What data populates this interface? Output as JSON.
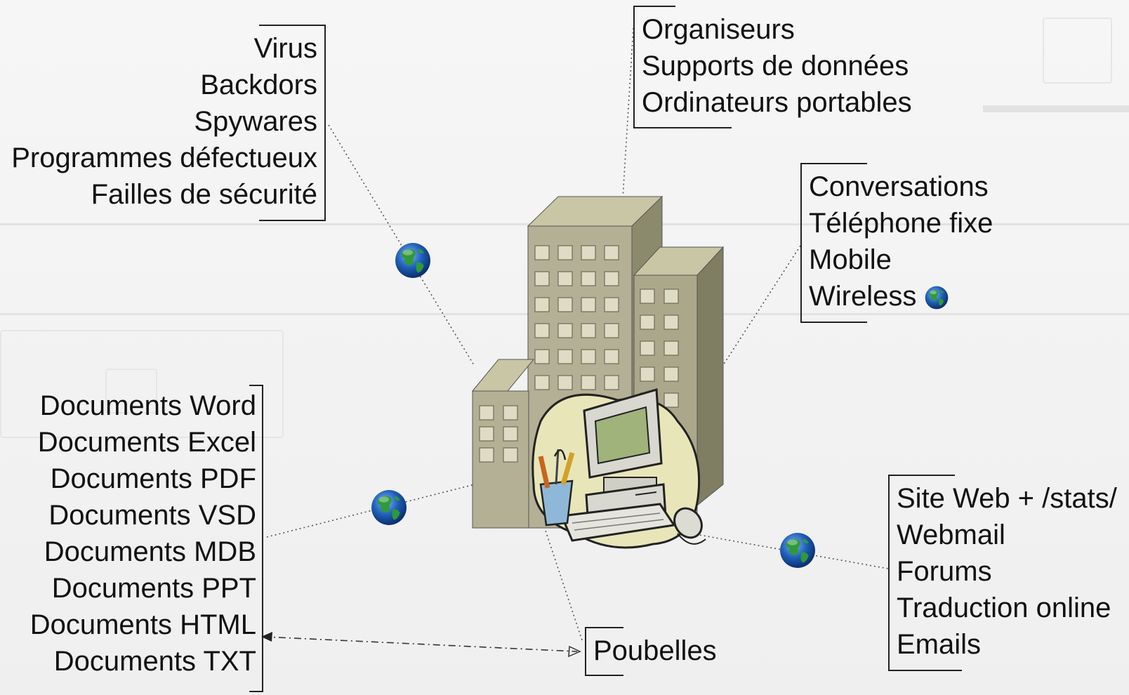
{
  "threats": {
    "items": [
      "Virus",
      "Backdors",
      "Spywares",
      "Programmes défectueux",
      "Failles de sécurité"
    ]
  },
  "devices": {
    "items": [
      "Organiseurs",
      "Supports de données",
      "Ordinateurs portables"
    ]
  },
  "communications": {
    "items": [
      "Conversations",
      "Téléphone fixe",
      "Mobile",
      "Wireless"
    ]
  },
  "documents": {
    "items": [
      "Documents Word",
      "Documents Excel",
      "Documents PDF",
      "Documents VSD",
      "Documents MDB",
      "Documents PPT",
      "Documents HTML",
      "Documents TXT"
    ]
  },
  "trash": {
    "label": "Poubelles"
  },
  "web": {
    "items": [
      "Site Web + /stats/",
      "Webmail",
      "Forums",
      "Traduction online",
      "Emails"
    ]
  },
  "icons": {
    "globe": "globe-icon",
    "building": "office-building-icon",
    "computer": "computer-icon",
    "pencil_cup": "pencil-cup-icon",
    "mouse": "mouse-icon"
  },
  "colors": {
    "building_face": "#b3b095",
    "building_side": "#8c8a6d",
    "blob": "#e8e6b9",
    "globe_ocean": "#1f5fb8",
    "globe_land": "#2e9a3a",
    "screen": "#9fb37a",
    "text": "#111111"
  }
}
